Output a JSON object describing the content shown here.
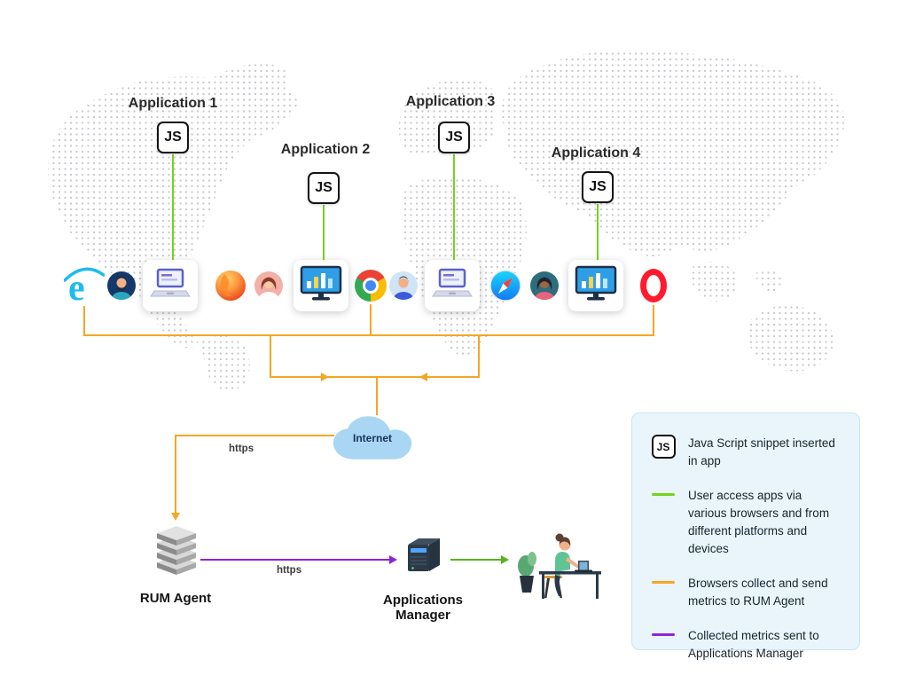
{
  "applications": [
    {
      "label": "Application 1",
      "badge": "JS"
    },
    {
      "label": "Application 2",
      "badge": "JS"
    },
    {
      "label": "Application 3",
      "badge": "JS"
    },
    {
      "label": "Application 4",
      "badge": "JS"
    }
  ],
  "network": {
    "internet_label": "Internet",
    "cloud_to_rum_protocol": "https",
    "rum_to_manager_protocol": "https"
  },
  "nodes": {
    "rum_agent_label": "RUM Agent",
    "applications_manager_label": "Applications Manager"
  },
  "icons": {
    "ie_glyph": "e",
    "browsers": [
      "internet-explorer-icon",
      "firefox-icon",
      "chrome-icon",
      "safari-icon",
      "opera-icon"
    ],
    "devices": [
      "laptop-icon",
      "monitor-icon",
      "laptop-icon",
      "monitor-icon"
    ],
    "internet": "cloud-icon",
    "rum_agent": "server-stack-icon",
    "applications_manager": "server-icon",
    "end_user": "analyst-at-desk-illustration"
  },
  "legend": {
    "items": [
      {
        "icon": "js-badge",
        "label": "JS",
        "text": "Java Script snippet inserted in app"
      },
      {
        "icon": "green-line",
        "text": "User access apps via various browsers and from different platforms and devices"
      },
      {
        "icon": "orange-line",
        "text": "Browsers collect and send metrics to RUM Agent"
      },
      {
        "icon": "purple-line",
        "text": "Collected metrics sent to Applications Manager"
      }
    ]
  },
  "colors": {
    "green": "#76d21e",
    "orange": "#f5a623",
    "purple": "#8e24d8",
    "cloud_fill": "#a9d6f2",
    "legend_bg": "#e9f5fb"
  }
}
